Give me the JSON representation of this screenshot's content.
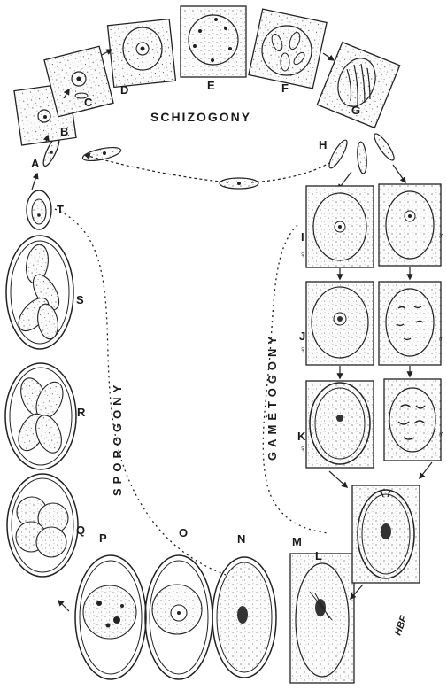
{
  "title": "SCHIZOGONY",
  "arc_labels": {
    "sporogony": "SPOROGONY",
    "gametogony": "GAMÈTOGONY"
  },
  "stage_labels": [
    "A",
    "B",
    "C",
    "D",
    "E",
    "F",
    "G",
    "H",
    "I",
    "J",
    "K",
    "L",
    "M",
    "N",
    "O",
    "P",
    "Q",
    "R",
    "S",
    "T"
  ],
  "female_symbol": "♀",
  "male_symbol": "♂",
  "signature": "HBF"
}
